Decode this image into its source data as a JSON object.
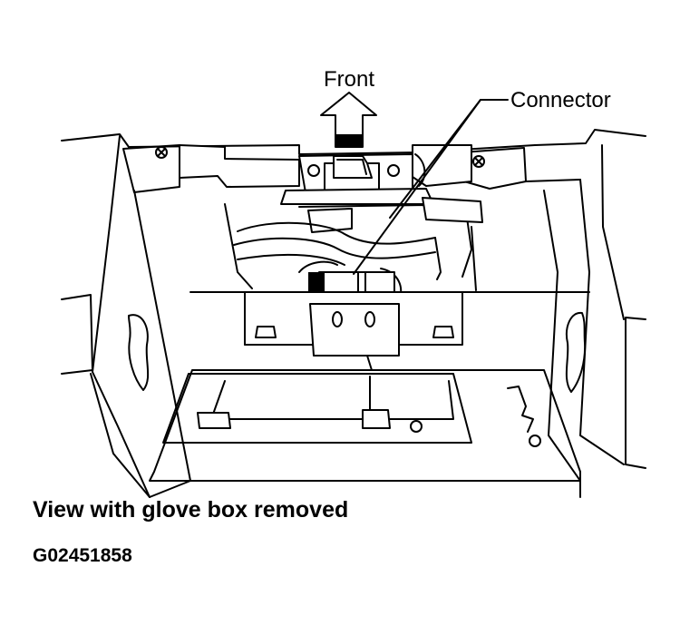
{
  "labels": {
    "front": "Front",
    "connector": "Connector"
  },
  "caption": "View with glove box removed",
  "figure_id": "G02451858"
}
